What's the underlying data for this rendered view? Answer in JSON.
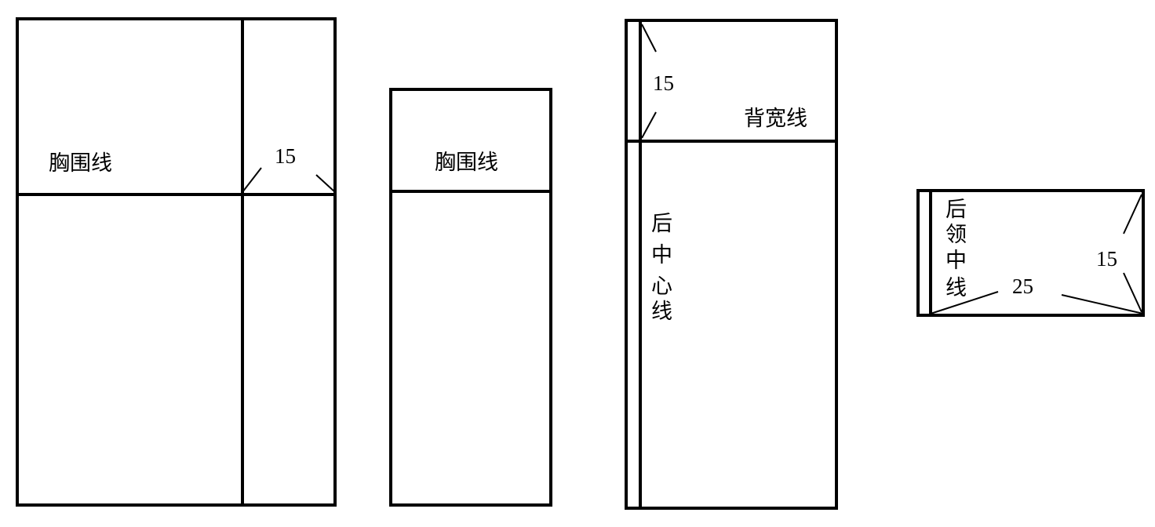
{
  "diagram": {
    "piece1": {
      "label": "胸围线",
      "measure": "15"
    },
    "piece2": {
      "label": "胸围线"
    },
    "piece3": {
      "measure": "15",
      "back_width_label": "背宽线",
      "center_back_chars": [
        "后",
        "中",
        "心",
        "线"
      ]
    },
    "piece4": {
      "neck_center_chars": [
        "后",
        "领",
        "中",
        "线"
      ],
      "measure_width": "25",
      "measure_height": "15"
    }
  }
}
